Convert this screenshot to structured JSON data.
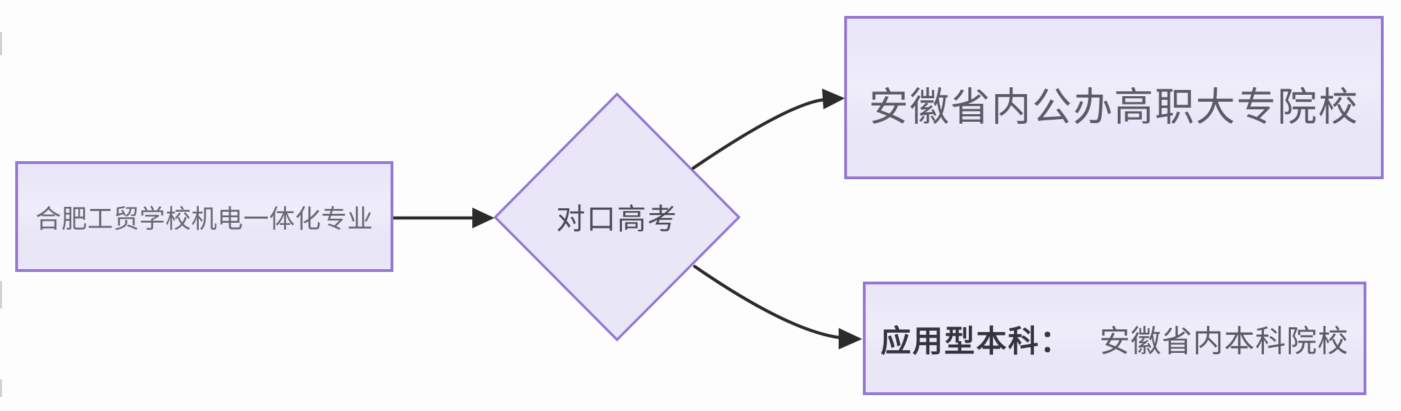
{
  "theme": {
    "background": "#fdfdfe",
    "node_fill": "#e8e6f7",
    "node_fill_light": "#efedfa",
    "node_border": "#9477d3",
    "arrow_color": "#2b2b2b",
    "text_color": "#5d5a64",
    "text_muted": "#6b6772",
    "text_strong": "#36333d"
  },
  "diagram": {
    "type": "flowchart",
    "nodes": {
      "source": {
        "shape": "rectangle",
        "label": "合肥工贸学校机电一体化专业"
      },
      "decision": {
        "shape": "diamond",
        "label": "对口高考"
      },
      "outcome_top": {
        "shape": "rectangle",
        "label": "安徽省内公办高职大专院校"
      },
      "outcome_bottom": {
        "shape": "rectangle",
        "prefix": "应用型本科：",
        "label": "安徽省内本科院校"
      }
    },
    "edges": [
      {
        "from": "source",
        "to": "decision",
        "style": "straight-arrow"
      },
      {
        "from": "decision",
        "to": "outcome_top",
        "style": "curved-arrow"
      },
      {
        "from": "decision",
        "to": "outcome_bottom",
        "style": "curved-arrow"
      }
    ]
  }
}
